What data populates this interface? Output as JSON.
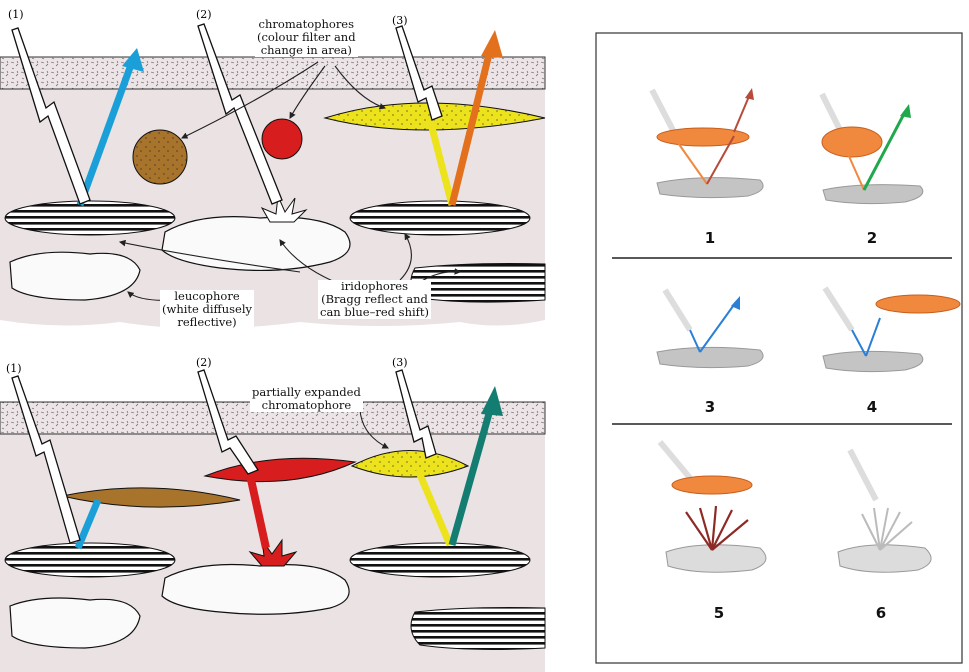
{
  "top_panel": {
    "markers": [
      "(1)",
      "(2)",
      "(3)"
    ],
    "labels": {
      "chromatophores": [
        "chromatophores",
        "(colour filter and",
        "change in area)"
      ],
      "iridophores": [
        "iridophores",
        "(Bragg reflect and",
        "can blue–red shift)"
      ],
      "leucophore": [
        "leucophore",
        "(white diffusely",
        "reflective)"
      ]
    }
  },
  "bottom_panel": {
    "markers": [
      "(1)",
      "(2)",
      "(3)"
    ],
    "labels": {
      "partial": [
        "partially expanded",
        "chromatophore"
      ]
    }
  },
  "right_panel": {
    "numbers": [
      "1",
      "2",
      "3",
      "4",
      "5",
      "6"
    ]
  },
  "colors": {
    "skin": "#ebe2e4",
    "blue_ray": "#1a9fd8",
    "orange_ray": "#e2701c",
    "teal_ray": "#137d72",
    "yellow": "#ece31c",
    "red": "#d71d1d",
    "brown": "#a8732a",
    "panel_orange": "#f0883e"
  }
}
